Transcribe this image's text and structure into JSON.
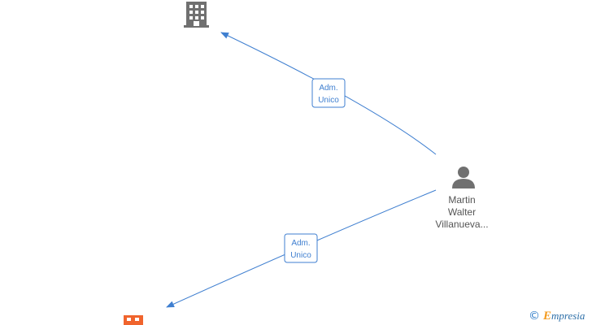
{
  "person": {
    "icon": "person-icon",
    "name_lines": [
      "Martin",
      "Walter",
      "Villanueva..."
    ]
  },
  "companies": [
    {
      "icon": "building-icon",
      "color": "#707070"
    },
    {
      "icon": "building-icon",
      "color": "#f0642d"
    }
  ],
  "edges": [
    {
      "label_lines": [
        "Adm.",
        "Unico"
      ]
    },
    {
      "label_lines": [
        "Adm.",
        "Unico"
      ]
    }
  ],
  "colors": {
    "edge": "#3f7fd0",
    "person": "#707070"
  },
  "watermark": {
    "symbol": "©",
    "brand_initial": "E",
    "brand_rest": "mpresia"
  }
}
